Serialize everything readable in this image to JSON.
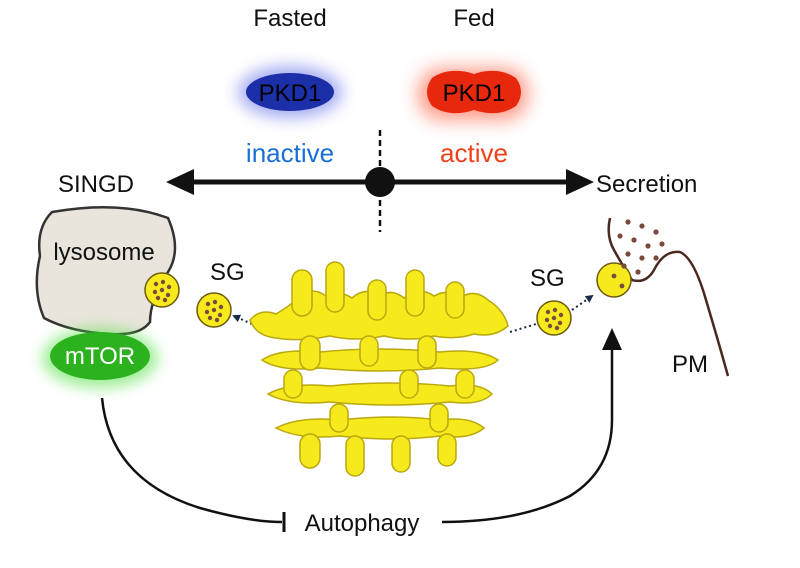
{
  "labels": {
    "fasted": "Fasted",
    "fed": "Fed",
    "pkd1_inactive": "PKD1",
    "pkd1_active": "PKD1",
    "inactive": "inactive",
    "active": "active",
    "singd": "SINGD",
    "secretion": "Secretion",
    "lysosome": "lysosome",
    "mtor": "mTOR",
    "sg_left": "SG",
    "sg_right": "SG",
    "pm": "PM",
    "autophagy": "Autophagy"
  },
  "colors": {
    "pkd1_inactive": "#1a2fa8",
    "pkd1_active": "#e8280c",
    "inactive_text": "#1a6fd6",
    "active_text": "#f0401a",
    "golgi": "#f7ea1c",
    "mtor": "#2db21f",
    "lysosome": "#e9e4dc",
    "granule": "#7a4a3a",
    "line": "#111111",
    "pm_line": "#4a2a1e"
  },
  "icons": {
    "golgi": "golgi-apparatus-icon",
    "secretory_granule": "secretory-granule-icon",
    "lysosome": "lysosome-icon"
  }
}
